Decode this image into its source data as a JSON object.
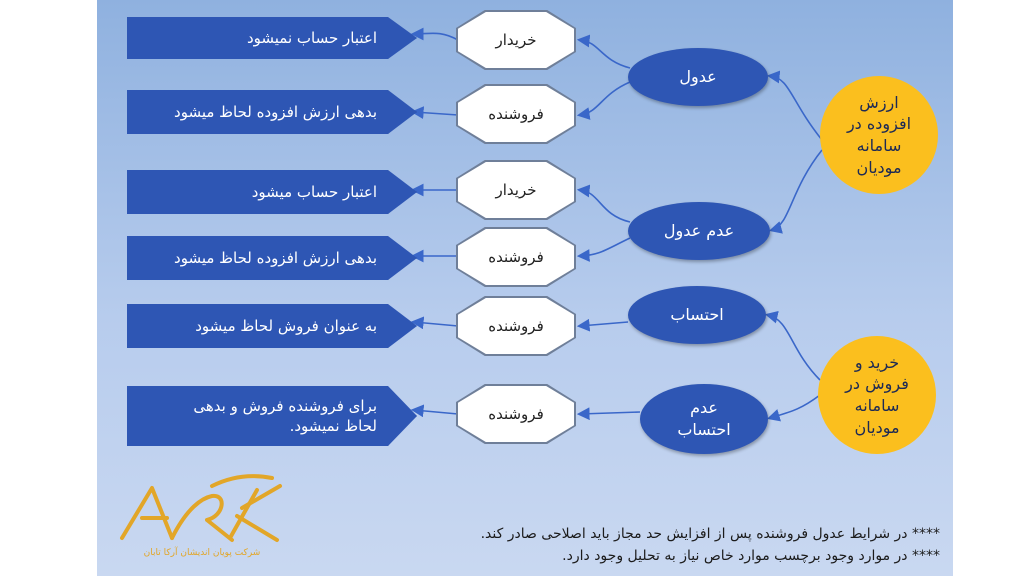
{
  "hubs": [
    {
      "lines": [
        "ارزش",
        "افزوده در",
        "سامانه",
        "مودیان"
      ]
    },
    {
      "lines": [
        "خرید و",
        "فروش در",
        "سامانه",
        "مودیان"
      ]
    }
  ],
  "ellipses": [
    {
      "label": "عدول"
    },
    {
      "label": "عدم عدول"
    },
    {
      "label": "احتساب"
    },
    {
      "lines": [
        "عدم",
        "احتساب"
      ]
    }
  ],
  "roles": [
    "خریدار",
    "فروشنده",
    "خریدار",
    "فروشنده",
    "فروشنده",
    "فروشنده"
  ],
  "results": [
    {
      "text": "اعتبار حساب نمیشود"
    },
    {
      "text": "بدهی ارزش افزوده لحاظ میشود"
    },
    {
      "text": "اعتبار حساب میشود"
    },
    {
      "text": "بدهی ارزش افزوده لحاظ میشود"
    },
    {
      "text": "به عنوان فروش لحاظ میشود"
    },
    {
      "lines": [
        "برای فروشنده فروش و بدهی",
        "لحاظ نمیشود."
      ]
    }
  ],
  "notes": [
    "**** در شرایط عدول فروشنده پس از افزایش حد مجاز باید اصلاحی صادر کند.",
    "**** در موارد وجود برچسب موارد خاص نیاز به تحلیل وجود دارد."
  ],
  "logo": {
    "text": "شرکت پویان اندیشان آرکا تابان"
  },
  "colors": {
    "accent": "#2e56b4",
    "hub": "#fbbf1e",
    "panel": "#b7cced"
  }
}
